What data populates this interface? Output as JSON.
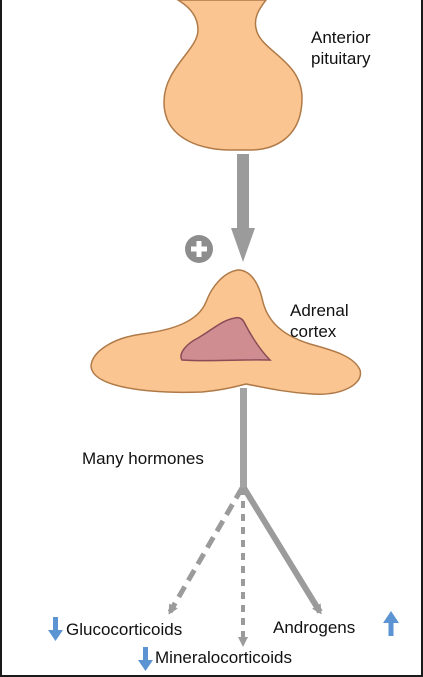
{
  "labels": {
    "anterior_pituitary_line1": "Anterior",
    "anterior_pituitary_line2": "pituitary",
    "adrenal_cortex_line1": "Adrenal",
    "adrenal_cortex_line2": "cortex",
    "many_hormones": "Many hormones",
    "glucocorticoids": "Glucocorticoids",
    "mineralocorticoids": "Mineralocorticoids",
    "androgens": "Androgens"
  },
  "indicators": {
    "stimulation_symbol": "plus-circle-icon",
    "glucocorticoids_trend": "decrease",
    "mineralocorticoids_trend": "decrease",
    "androgens_trend": "increase"
  },
  "colors": {
    "gland_fill": "#fac590",
    "gland_outline": "#b07a48",
    "medulla_fill": "#cf8d92",
    "medulla_outline": "#8a4c57",
    "arrow_gray": "#9b9b9b",
    "trend_arrow_blue": "#5b93d3"
  }
}
